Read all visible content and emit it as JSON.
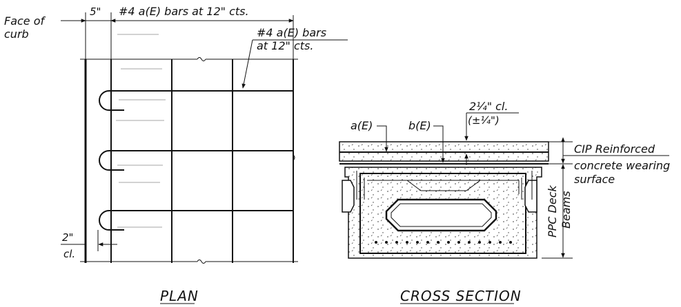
{
  "plan": {
    "title": "PLAN",
    "face_of_curb_line1": "Face of",
    "face_of_curb_line2": "curb",
    "dim_5in": "5\"",
    "top_bars_label": "#4 a(E) bars at 12\" cts.",
    "bars_label_line1": "#4 a(E) bars",
    "bars_label_line2": "at 12\" cts.",
    "clear_line1": "2\"",
    "clear_line2": "cl."
  },
  "section": {
    "title": "CROSS SECTION",
    "bar_a": "a(E)",
    "bar_b": "b(E)",
    "cover_line1": "2¼\" cl.",
    "cover_line2": "(±¼\")",
    "cip_line1": "CIP Reinforced",
    "cip_line2": "concrete wearing",
    "cip_line3": "surface",
    "ppc_line1": "PPC Deck",
    "ppc_line2": "Beams"
  }
}
